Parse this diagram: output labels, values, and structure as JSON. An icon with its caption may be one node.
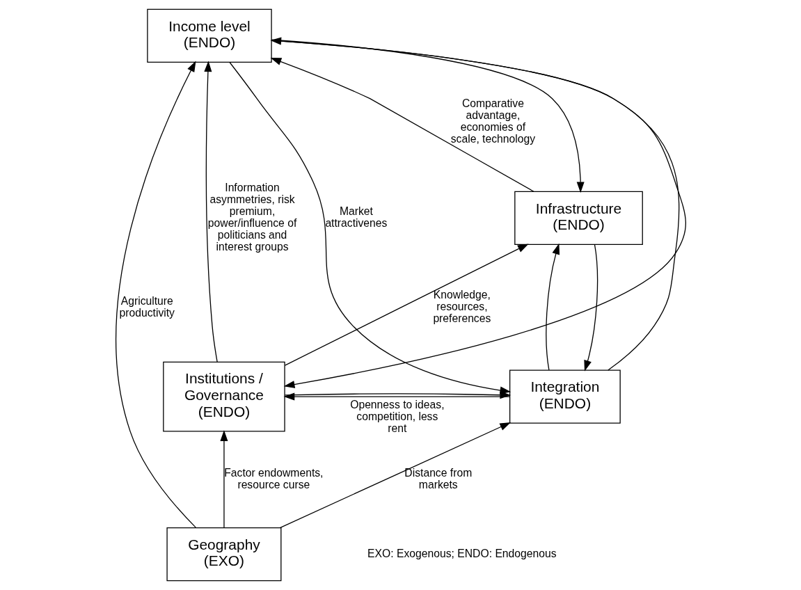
{
  "diagram": {
    "nodes": [
      {
        "text": [
          "Income level (ENDO)"
        ]
      },
      {
        "text": [
          "Infrastructure (ENDO)"
        ]
      },
      {
        "text": [
          "Integration (ENDO)"
        ]
      },
      {
        "text": [
          "Institutions / Governance (ENDO)"
        ]
      },
      {
        "text": [
          "Geography (EXO)"
        ]
      }
    ],
    "edges": [
      {
        "from": 4,
        "to": 0,
        "arrow": "to",
        "label": "Agriculture productivity"
      },
      {
        "from": 0,
        "to": 2,
        "arrow": "to",
        "label": "Market attractivenes"
      },
      {
        "from": 2,
        "to": 0,
        "arrow": "to"
      },
      {
        "from": 1,
        "to": 0,
        "arrow": "to",
        "label": "Comparative advantage, economies of scale, technology"
      },
      {
        "from": 0,
        "to": 1,
        "arrow": "to"
      },
      {
        "from": 3,
        "to": 0,
        "arrow": "to",
        "label": "Information asymmetries, risk premium, power/influence of politicians and interest groups"
      },
      {
        "from": 0,
        "to": 3,
        "arrow": "to"
      },
      {
        "from": 1,
        "to": 2,
        "arrow": "to"
      },
      {
        "from": 2,
        "to": 1,
        "arrow": "to"
      },
      {
        "from": 3,
        "to": 1,
        "arrow": "to",
        "label": "Knowledge, resources, preferences"
      },
      {
        "from": 2,
        "to": 3,
        "arrow": "to",
        "label": "Openness to ideas, competition, less rent"
      },
      {
        "from": 3,
        "to": 2,
        "arrow": "to"
      },
      {
        "from": 4,
        "to": 2,
        "arrow": "to",
        "label": "Distance from markets"
      },
      {
        "from": 4,
        "to": 3,
        "arrow": "to",
        "label": "Factor endowments, resource curse"
      }
    ],
    "labels": [
      "EXO: Exogenous; ENDO: Endogenous"
    ]
  }
}
